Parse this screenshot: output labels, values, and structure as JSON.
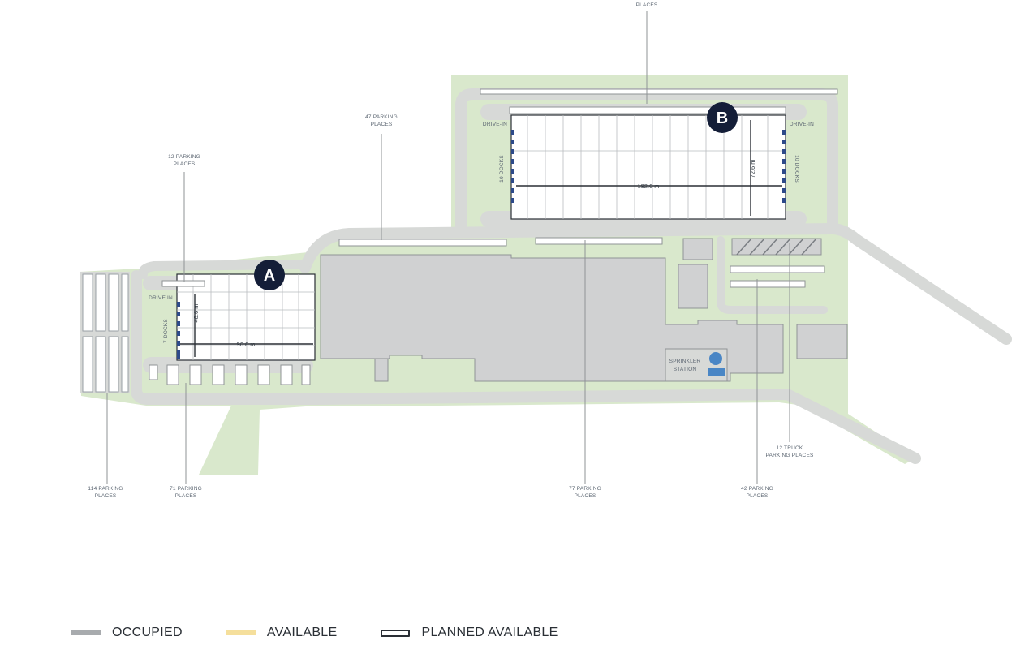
{
  "markers": {
    "a": "A",
    "b": "B"
  },
  "building_a": {
    "drive_in": "DRIVE IN",
    "docks": "7 DOCKS",
    "length": "96.6 m",
    "width": "48.6 m"
  },
  "building_b": {
    "drive_in_left": "DRIVE-IN",
    "drive_in_right": "DRIVE-IN",
    "docks_left": "10 DOCKS",
    "docks_right": "10 DOCKS",
    "length": "192.6 m",
    "width": "72.6 m"
  },
  "sprinkler": {
    "line1": "SPRINKLER",
    "line2": "STATION"
  },
  "callouts": {
    "top": {
      "line2": "PLACES"
    },
    "p47": {
      "line1": "47 PARKING",
      "line2": "PLACES"
    },
    "p12": {
      "line1": "12 PARKING",
      "line2": "PLACES"
    },
    "p114": {
      "line1": "114 PARKING",
      "line2": "PLACES"
    },
    "p71": {
      "line1": "71 PARKING",
      "line2": "PLACES"
    },
    "p77": {
      "line1": "77 PARKING",
      "line2": "PLACES"
    },
    "p42": {
      "line1": "42 PARKING",
      "line2": "PLACES"
    },
    "truck": {
      "line1": "12 TRUCK",
      "line2": "PARKING PLACES"
    }
  },
  "legend": {
    "occupied": "OCCUPIED",
    "available": "AVAILABLE",
    "planned": "PLANNED AVAILABLE"
  },
  "colors": {
    "green": "#d9e8cc",
    "road": "#d7d9d7",
    "building": "#d0d1d2",
    "marker": "#141e38",
    "dock": "#2d4a8a",
    "sprinkler": "#4a86c5"
  }
}
